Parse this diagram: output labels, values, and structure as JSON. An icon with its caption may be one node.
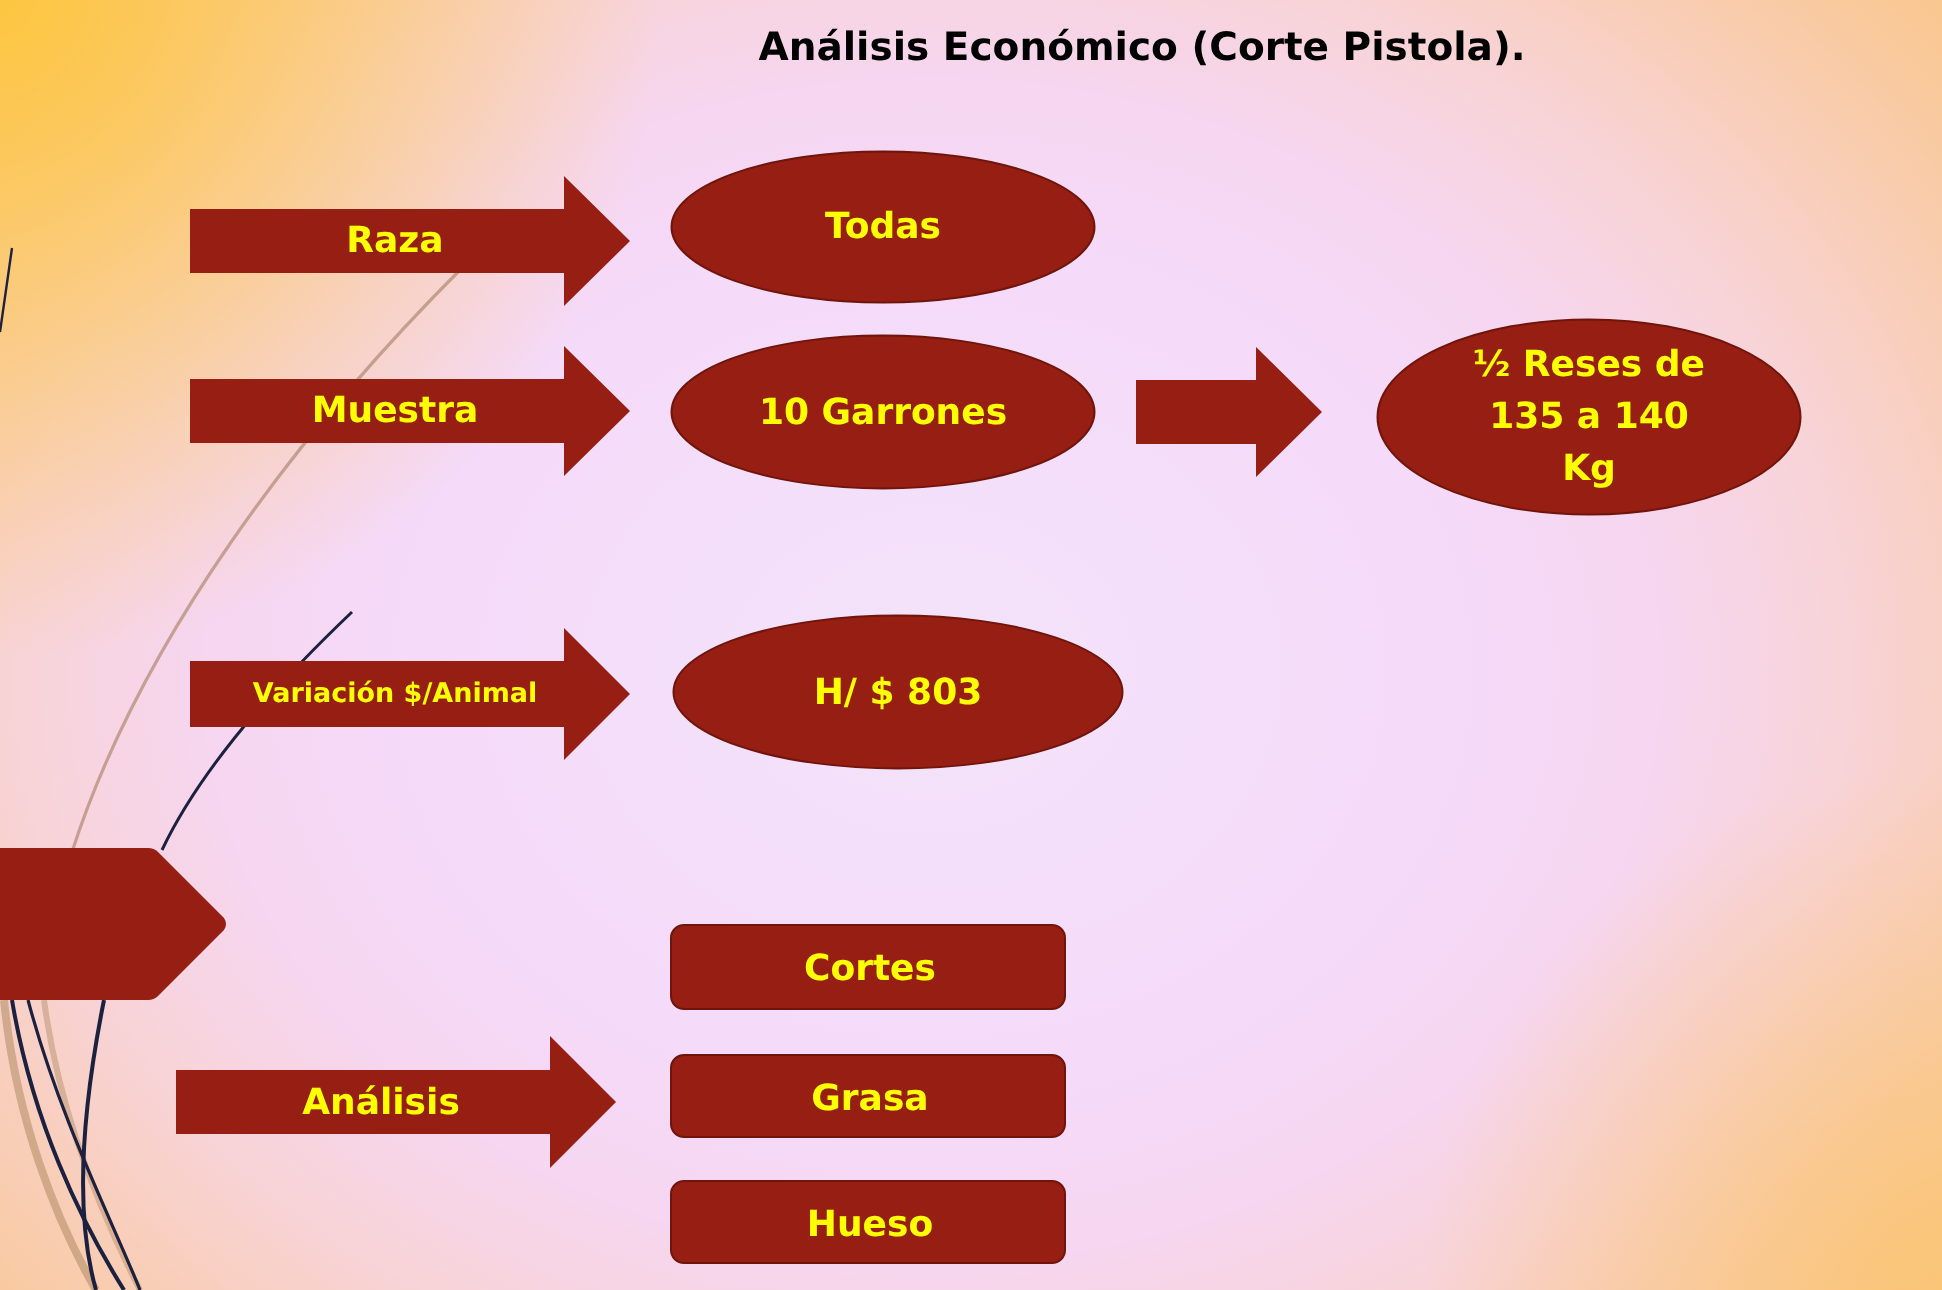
{
  "diagram": {
    "title": "Análisis Económico (Corte Pistola).",
    "nodes": [
      {
        "text": [
          "Todas"
        ]
      },
      {
        "text": [
          "10 Garrones"
        ]
      },
      {
        "text": [
          "½ Reses de 135 a 140 Kg"
        ]
      },
      {
        "text": [
          "H/ $ 803"
        ]
      },
      {
        "text": [
          "Cortes"
        ]
      },
      {
        "text": [
          "Grasa"
        ]
      },
      {
        "text": [
          "Hueso"
        ]
      }
    ],
    "edges": [
      {
        "from": null,
        "to": 0,
        "arrow": "to",
        "label": "Raza"
      },
      {
        "from": null,
        "to": 1,
        "arrow": "to",
        "label": "Muestra"
      },
      {
        "from": 1,
        "to": 2,
        "arrow": "to"
      },
      {
        "from": null,
        "to": 3,
        "arrow": "to",
        "label": "Variación $/Animal"
      },
      {
        "from": null,
        "to": 5,
        "arrow": "to",
        "label": "Análisis"
      }
    ]
  }
}
